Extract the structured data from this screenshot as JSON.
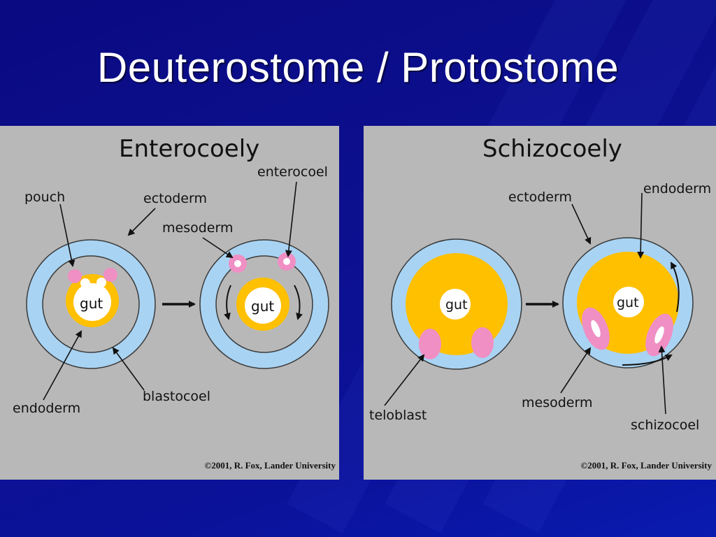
{
  "slide": {
    "title": "Deuterostome / Protostome"
  },
  "enterocoely": {
    "heading": "Enterocoely",
    "labels": {
      "pouch": "pouch",
      "ectoderm": "ectoderm",
      "enterocoel": "enterocoel",
      "mesoderm": "mesoderm",
      "gut_1": "gut",
      "gut_2": "gut",
      "endoderm": "endoderm",
      "blastocoel": "blastocoel"
    },
    "copyright": "©2001, R. Fox, Lander University"
  },
  "schizocoely": {
    "heading": "Schizocoely",
    "labels": {
      "ectoderm": "ectoderm",
      "endoderm": "endoderm",
      "gut_1": "gut",
      "gut_2": "gut",
      "teloblast": "teloblast",
      "mesoderm": "mesoderm",
      "schizocoel": "schizocoel"
    },
    "copyright": "©2001, R. Fox, Lander University"
  },
  "colors": {
    "panel": "#b8b8b8",
    "ectoderm": "#a9d3f2",
    "yolk": "#ffc000",
    "mesoderm_pink": "#ef8fc4",
    "gut": "#ffffff",
    "background": "#0b0f8e"
  }
}
